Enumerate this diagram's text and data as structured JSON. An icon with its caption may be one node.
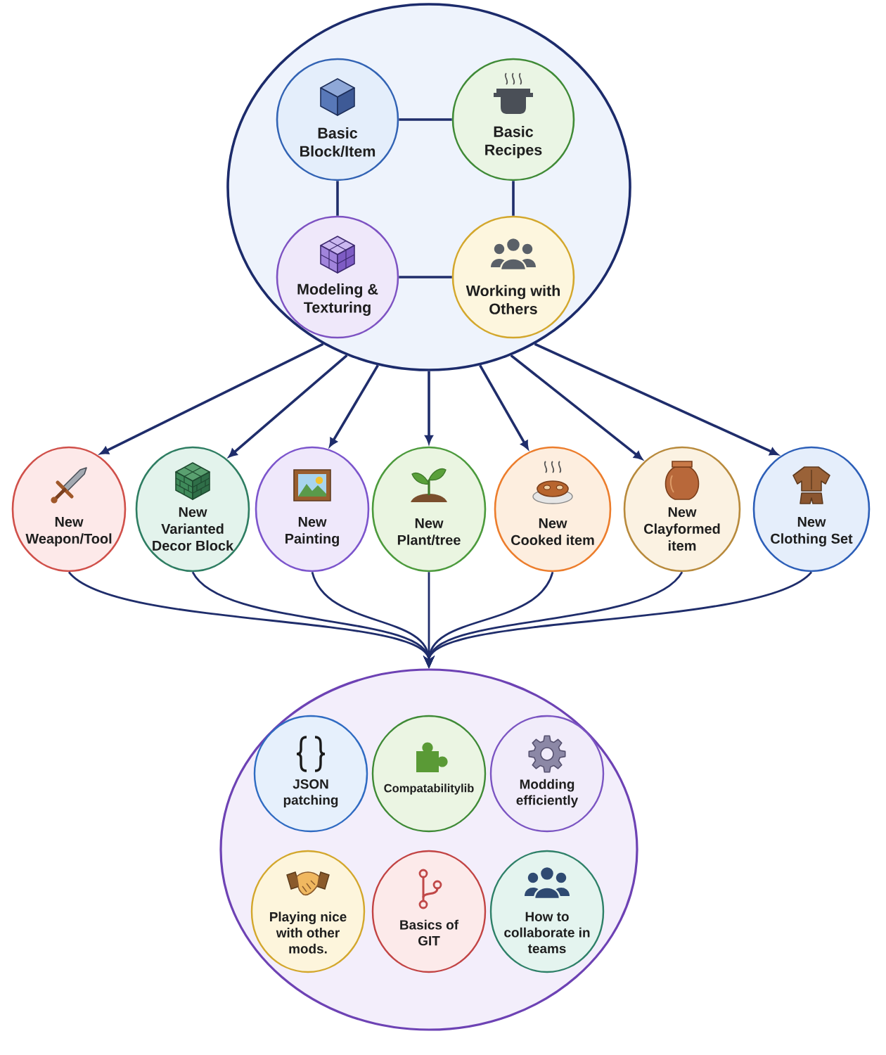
{
  "diagram": {
    "nodes": [
      {
        "text": [],
        "shape": "circle"
      },
      {
        "text": [
          "Basic Block/Item"
        ],
        "in": 0
      },
      {
        "text": [
          "Basic Recipes"
        ],
        "in": 0
      },
      {
        "text": [
          "Modeling & Texturing"
        ],
        "in": 0
      },
      {
        "text": [
          "Working with Others"
        ],
        "in": 0
      },
      {
        "text": [
          "New Weapon/Tool"
        ]
      },
      {
        "text": [
          "New Varianted Decor Block"
        ]
      },
      {
        "text": [
          "New Painting"
        ]
      },
      {
        "text": [
          "New Plant/tree"
        ]
      },
      {
        "text": [
          "New Cooked item"
        ]
      },
      {
        "text": [
          "New Clayformed item"
        ]
      },
      {
        "text": [
          "New Clothing Set"
        ]
      },
      {
        "text": [],
        "shape": "circle"
      },
      {
        "text": [
          "JSON patching"
        ],
        "in": 12
      },
      {
        "text": [
          "Compatabilitylib"
        ],
        "in": 12
      },
      {
        "text": [
          "Modding efficiently"
        ],
        "in": 12
      },
      {
        "text": [
          "Playing nice with other mods."
        ],
        "in": 12
      },
      {
        "text": [
          "Basics of GIT"
        ],
        "in": 12
      },
      {
        "text": [
          "How to collaborate in teams"
        ],
        "in": 12
      }
    ],
    "edges": [
      {
        "from": 1,
        "to": 2,
        "arrow": "none"
      },
      {
        "from": 1,
        "to": 3,
        "arrow": "none"
      },
      {
        "from": 2,
        "to": 4,
        "arrow": "none"
      },
      {
        "from": 3,
        "to": 4,
        "arrow": "none"
      },
      {
        "from": 0,
        "to": 5,
        "arrow": "to"
      },
      {
        "from": 0,
        "to": 6,
        "arrow": "to"
      },
      {
        "from": 0,
        "to": 7,
        "arrow": "to"
      },
      {
        "from": 0,
        "to": 8,
        "arrow": "to"
      },
      {
        "from": 0,
        "to": 9,
        "arrow": "to"
      },
      {
        "from": 0,
        "to": 10,
        "arrow": "to"
      },
      {
        "from": 0,
        "to": 11,
        "arrow": "to"
      },
      {
        "from": 5,
        "to": 12,
        "arrow": "to"
      },
      {
        "from": 6,
        "to": 12,
        "arrow": "to"
      },
      {
        "from": 7,
        "to": 12,
        "arrow": "to"
      },
      {
        "from": 8,
        "to": 12,
        "arrow": "to"
      },
      {
        "from": 9,
        "to": 12,
        "arrow": "to"
      },
      {
        "from": 10,
        "to": 12,
        "arrow": "to"
      },
      {
        "from": 11,
        "to": 12,
        "arrow": "to"
      }
    ]
  }
}
